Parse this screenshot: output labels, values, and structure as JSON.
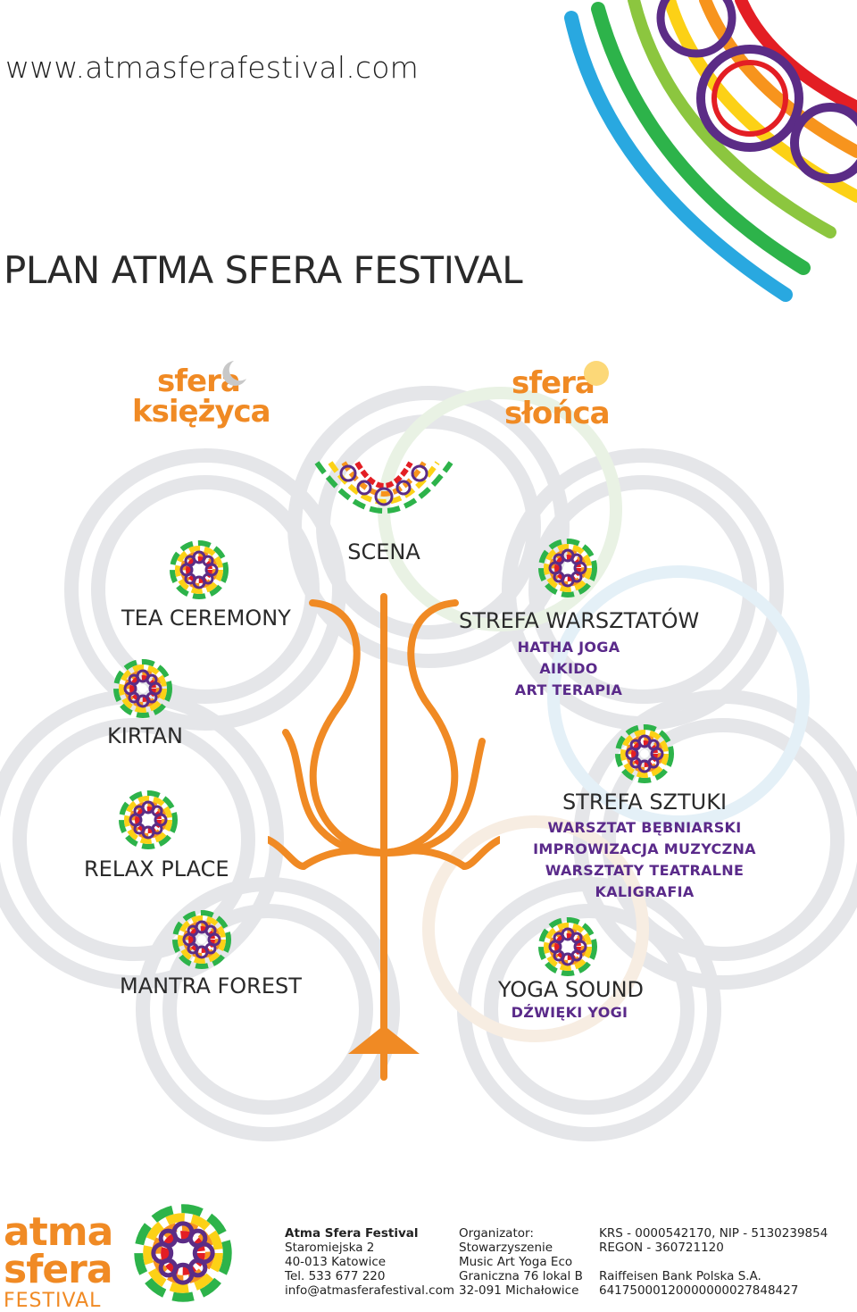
{
  "header": {
    "url": "www.atmasferafestival.com",
    "title": "PLAN ATMA SFERA FESTIVAL"
  },
  "zones": {
    "moon": {
      "line1": "sfera",
      "line2": "księżyca"
    },
    "sun": {
      "line1": "sfera",
      "line2": "słońca"
    }
  },
  "places": {
    "scena": "SCENA",
    "tea_ceremony": "TEA CEREMONY",
    "kirtan": "KIRTAN",
    "relax_place": "RELAX PLACE",
    "mantra_forest": "MANTRA FOREST",
    "strefa_warsztatow": {
      "title": "STREFA WARSZTATÓW",
      "items": [
        "HATHA JOGA",
        "AIKIDO",
        "ART TERAPIA"
      ]
    },
    "strefa_sztuki": {
      "title": "STREFA SZTUKI",
      "items": [
        "WARSZTAT BĘBNIARSKI",
        "IMPROWIZACJA MUZYCZNA",
        "WARSZTATY TEATRALNE",
        "KALIGRAFIA"
      ]
    },
    "yoga_sound": {
      "title": "YOGA SOUND",
      "items": [
        "DŹWIĘKI YOGI"
      ]
    }
  },
  "footer": {
    "logo": {
      "line1": "atma",
      "line2": "sfera",
      "line3": "FESTIVAL"
    },
    "contact": {
      "name": "Atma Sfera Festival",
      "street": "Staromiejska 2",
      "city": "40-013 Katowice",
      "phone": "Tel. 533 677 220",
      "email": "info@atmasferafestival.com"
    },
    "organizer": {
      "label": "Organizator:",
      "line1": "Stowarzyszenie",
      "line2": "Music Art Yoga Eco",
      "line3": "Graniczna 76 lokal B",
      "line4": "32-091 Michałowice"
    },
    "registry": {
      "krs_nip": "KRS - 0000542170, NIP - 5130239854",
      "regon": "REGON - 360721120",
      "bank": "Raiffeisen Bank Polska S.A.",
      "account": "64175000120000000027848427"
    }
  },
  "colors": {
    "orange": "#f08a24",
    "purple": "#5a2a8a",
    "grey": "#e4e5e8"
  }
}
